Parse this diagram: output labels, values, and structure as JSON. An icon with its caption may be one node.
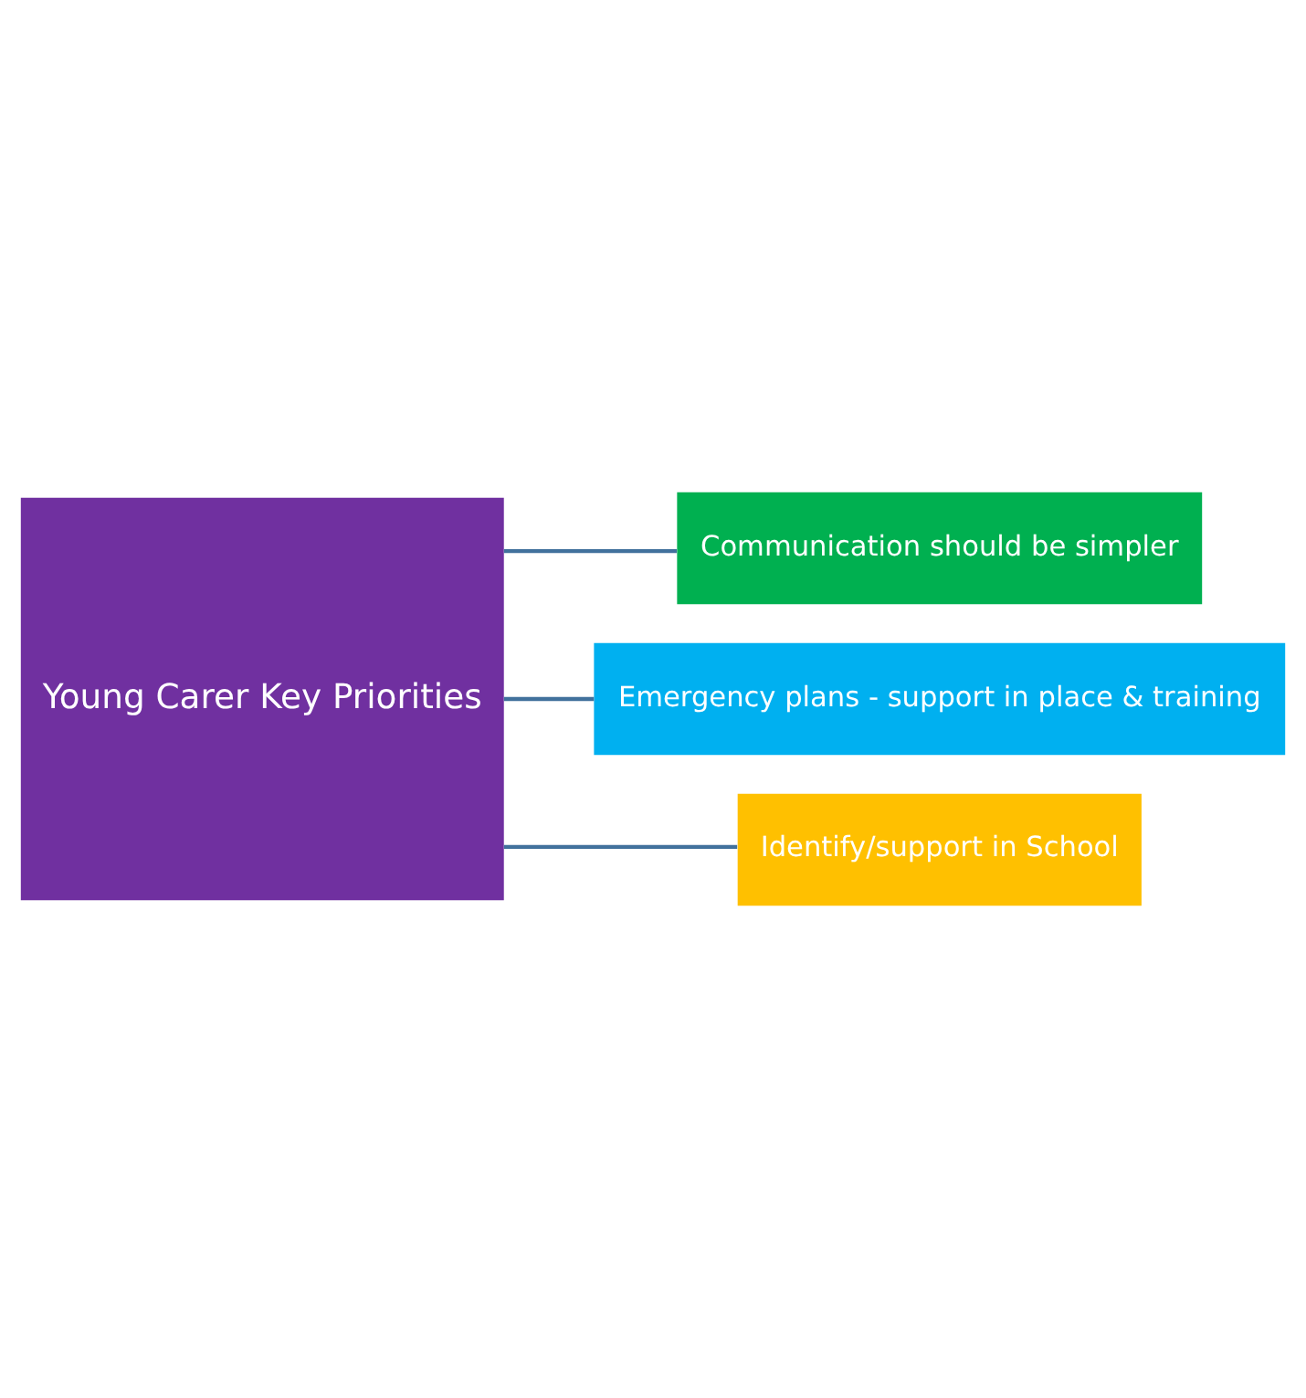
{
  "diagram": {
    "nodes": [
      {
        "text": [
          "Young Carer Key Priorities"
        ]
      },
      {
        "text": [
          "Communication should be simpler"
        ]
      },
      {
        "text": [
          "Emergency plans - support in place & training"
        ]
      },
      {
        "text": [
          "Identify/support in School"
        ]
      }
    ],
    "edges": [
      {
        "from": 0,
        "to": 1,
        "arrow": "none"
      },
      {
        "from": 0,
        "to": 2,
        "arrow": "none"
      },
      {
        "from": 0,
        "to": 3,
        "arrow": "none"
      }
    ]
  }
}
